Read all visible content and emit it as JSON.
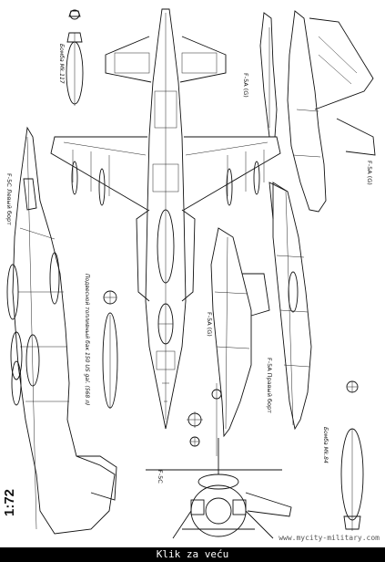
{
  "labels": {
    "bomb_mk117": "Бомба Mk.117",
    "bomb_mk84": "Бомба Mk.84",
    "f5c_left_side": "F-5C Левый борт",
    "f5a_g_top_right": "F-5A (G)",
    "f5a_g_right_vertical": "F-5A (G)",
    "f5a_g_middle": "F-5A (G)",
    "f5a_right_side": "F-5A Правый борт",
    "f5c_front": "F-5C",
    "drop_tank": "Подвесной топливный бак 150 US gal. (568 л)"
  },
  "scale": "1:72",
  "watermark": "www.mycity-military.com",
  "caption": "Klik za veću"
}
